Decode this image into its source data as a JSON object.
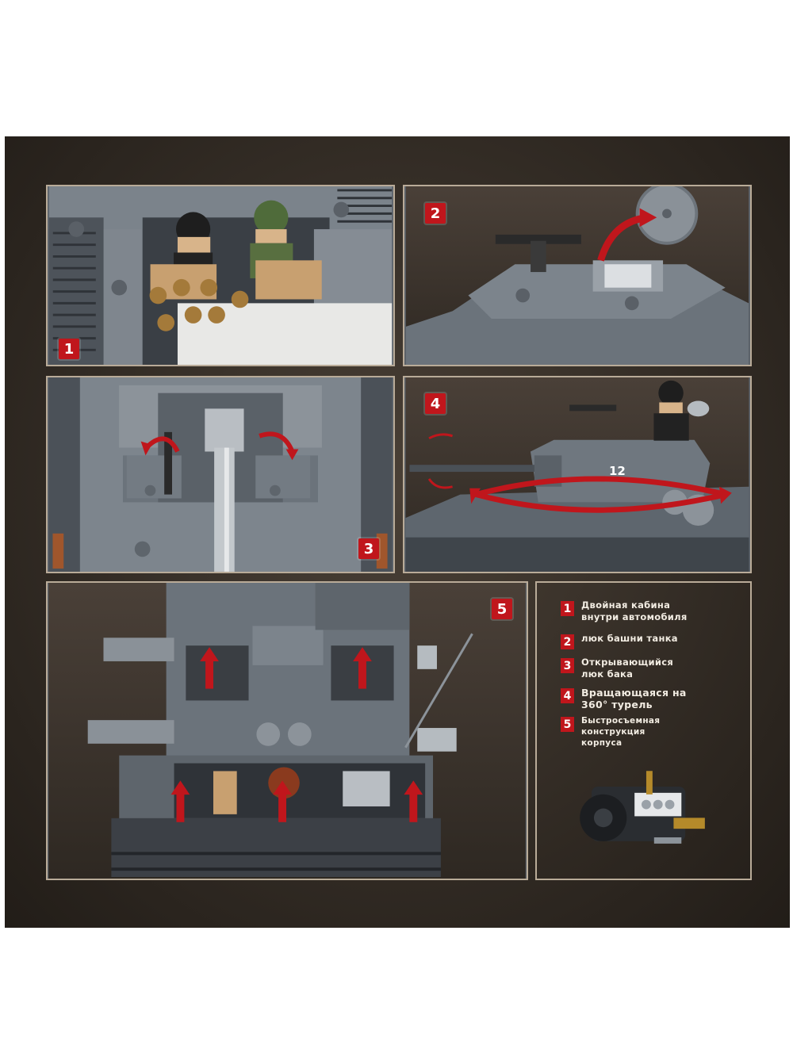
{
  "panels": [
    {
      "badge": "1"
    },
    {
      "badge": "2"
    },
    {
      "badge": "3"
    },
    {
      "badge": "4",
      "turret_number": "12"
    },
    {
      "badge": "5"
    }
  ],
  "legend": {
    "items": [
      {
        "num": "1",
        "text": "Двойная кабина\nвнутри автомобиля"
      },
      {
        "num": "2",
        "text": "люк башни танка"
      },
      {
        "num": "3",
        "text": "Открывающийся\nлюк бака"
      },
      {
        "num": "4",
        "text": "Вращающаяся на\n360° турель"
      },
      {
        "num": "5",
        "text": "Быстросъемная\nконструкция\nкорпуса"
      }
    ]
  },
  "colors": {
    "accent_red": "#c0161c",
    "panel_border": "#b9ab98",
    "background_brown": "#332c25",
    "armor_gray": "#5d646c"
  }
}
